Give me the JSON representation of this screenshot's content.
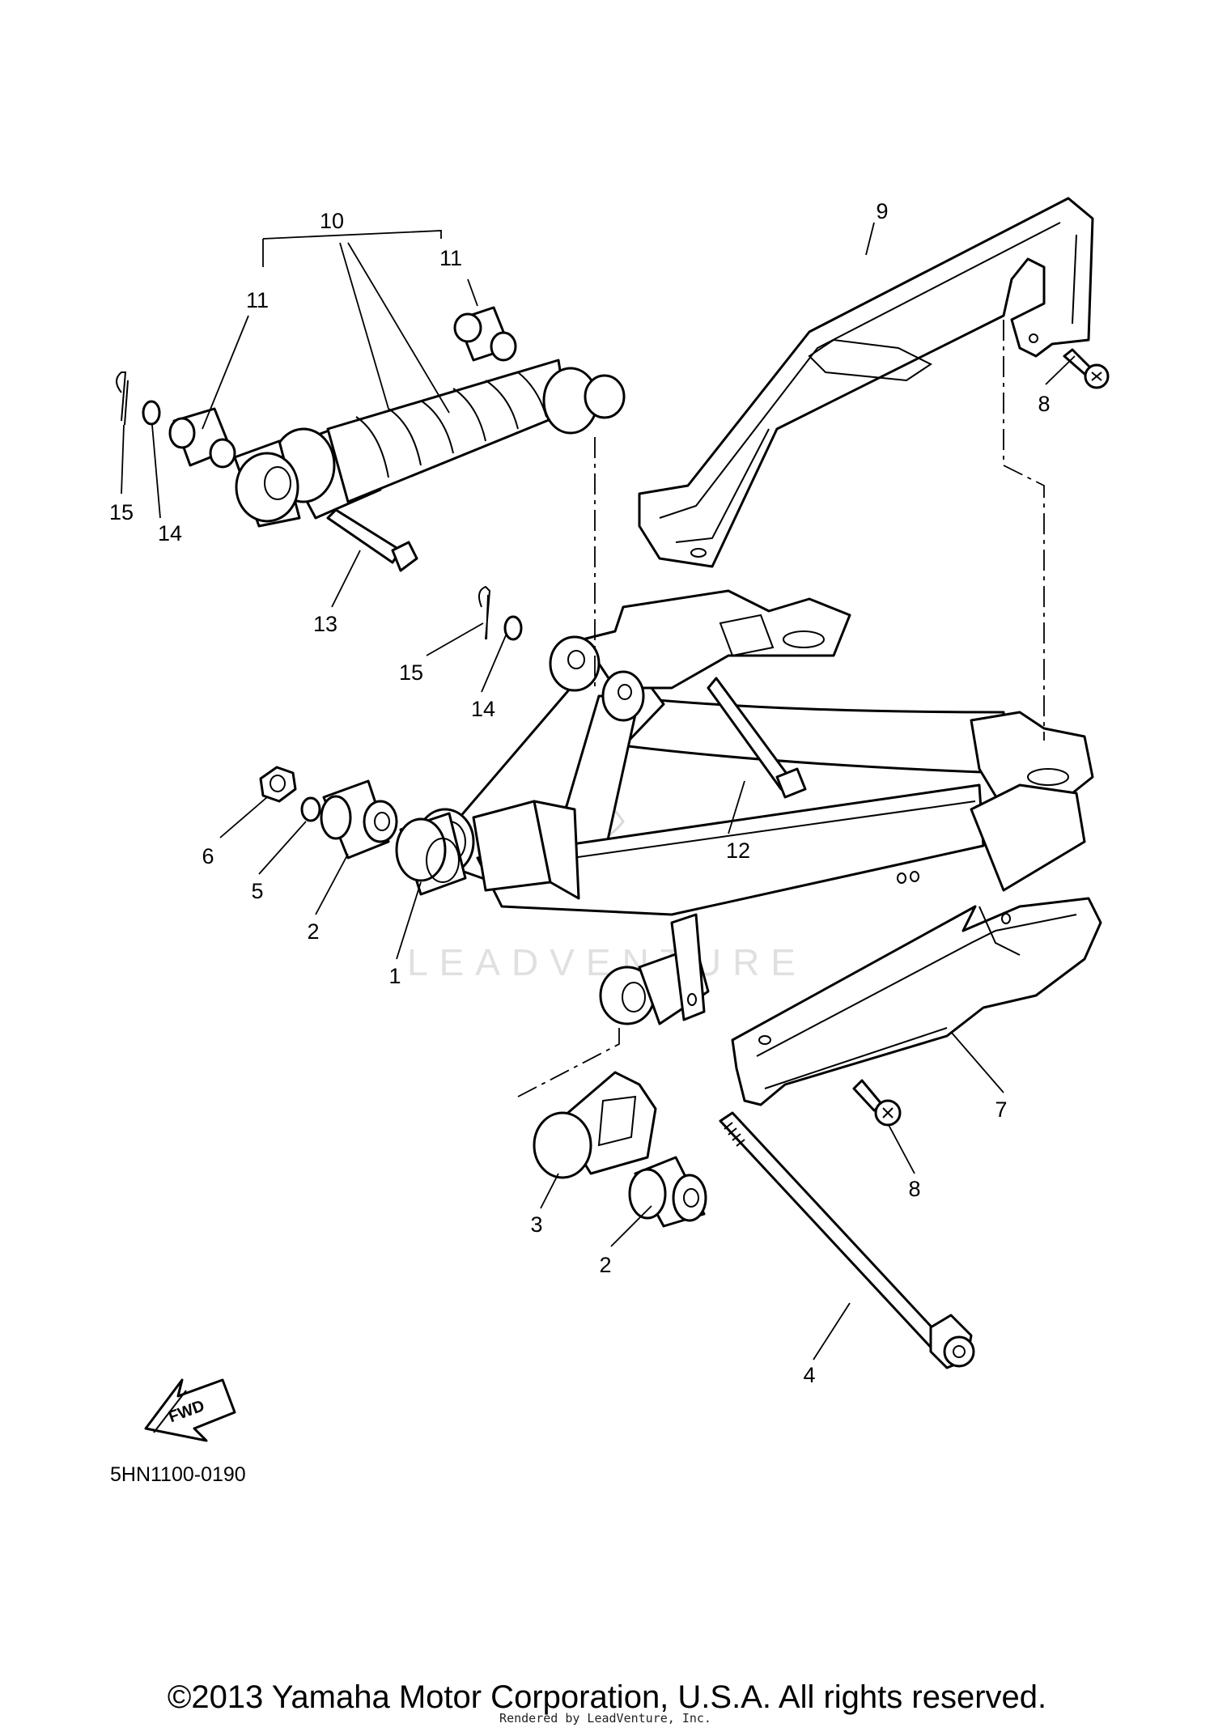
{
  "diagram": {
    "code": "5HN1100-0190",
    "fwd": "FWD",
    "watermark": "LEADVENTURE",
    "copyright": "©2013 Yamaha Motor Corporation, U.S.A. All rights reserved.",
    "rendered_by": "Rendered by LeadVenture, Inc.",
    "callouts": [
      "10",
      "11",
      "11",
      "9",
      "8",
      "15",
      "14",
      "13",
      "15",
      "14",
      "12",
      "6",
      "5",
      "2",
      "1",
      "7",
      "8",
      "3",
      "2",
      "4"
    ]
  }
}
